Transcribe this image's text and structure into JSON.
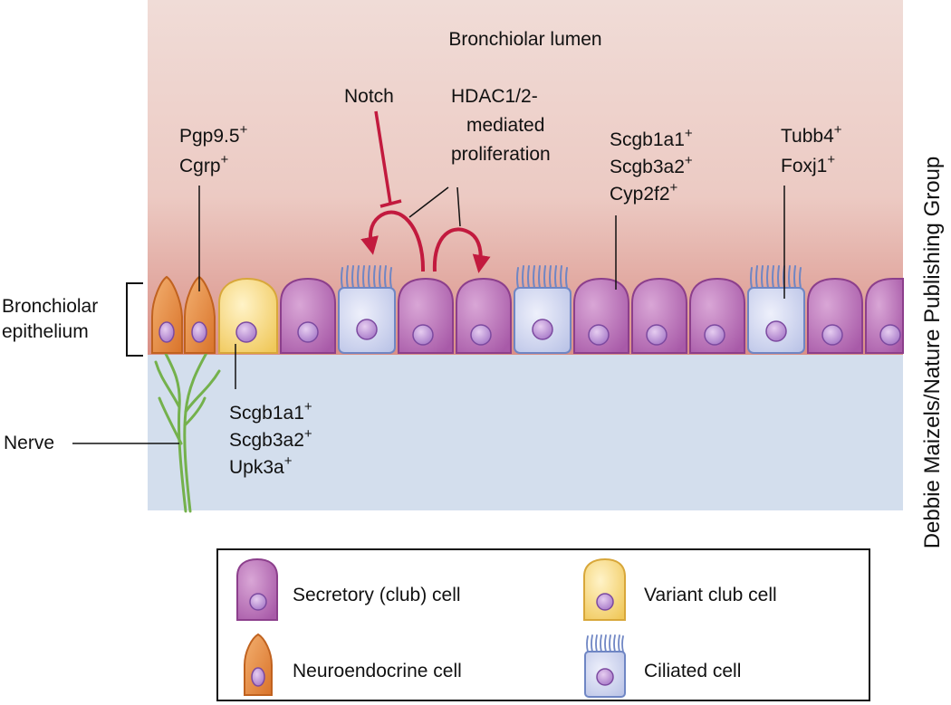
{
  "lumen": "Bronchiolar lumen",
  "epithelium_label": [
    "Bronchiolar",
    "epithelium"
  ],
  "nerve_label": "Nerve",
  "neuroendocrine_markers": [
    {
      "base": "Pgp9.5",
      "sup": "+"
    },
    {
      "base": "Cgrp",
      "sup": "+"
    }
  ],
  "variant_markers": [
    {
      "base": "Scgb1a1",
      "sup": "+"
    },
    {
      "base": "Scgb3a2",
      "sup": "+"
    },
    {
      "base": "Upk3a",
      "sup": "+"
    }
  ],
  "club_markers": [
    {
      "base": "Scgb1a1",
      "sup": "+"
    },
    {
      "base": "Scgb3a2",
      "sup": "+"
    },
    {
      "base": "Cyp2f2",
      "sup": "+"
    }
  ],
  "ciliated_markers": [
    {
      "base": "Tubb4",
      "sup": "+"
    },
    {
      "base": "Foxj1",
      "sup": "+"
    }
  ],
  "notch": "Notch",
  "hdac": [
    "HDAC1/2-",
    "mediated",
    "proliferation"
  ],
  "legend": {
    "secretory": "Secretory (club) cell",
    "variant": "Variant club cell",
    "neuroendocrine": "Neuroendocrine cell",
    "ciliated": "Ciliated cell"
  },
  "credit": "Debbie Maizels/Nature Publishing Group",
  "colors": {
    "lumen_top": "#efd8d3",
    "lumen_bottom": "#d98f86",
    "submucosa": "#d3deed",
    "secretory": "#b46ab3",
    "ciliated": "#cfd6ee",
    "variant": "#f4d98a",
    "neuroendocrine": "#e38a3c",
    "arrow": "#c21a3e",
    "nerve": "#7fbf55"
  }
}
